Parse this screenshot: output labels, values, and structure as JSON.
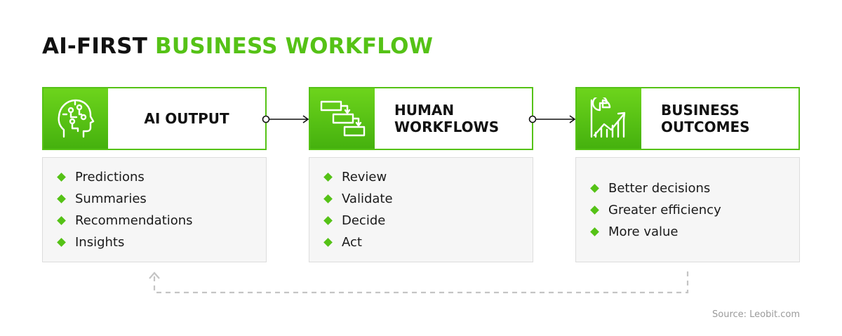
{
  "title": {
    "part1": "AI-FIRST",
    "part2": "BUSINESS WORKFLOW"
  },
  "colors": {
    "accent": "#55c216",
    "dark": "#111111",
    "body_bg": "#f6f6f6"
  },
  "cards": [
    {
      "icon": "ai-head-circuit-icon",
      "heading_lines": [
        "AI OUTPUT"
      ],
      "items": [
        "Predictions",
        "Summaries",
        "Recommendations",
        "Insights"
      ]
    },
    {
      "icon": "workflow-steps-icon",
      "heading_lines": [
        "HUMAN",
        "WORKFLOWS"
      ],
      "items": [
        "Review",
        "Validate",
        "Decide",
        "Act"
      ]
    },
    {
      "icon": "growth-chart-icon",
      "heading_lines": [
        "BUSINESS",
        "OUTCOMES"
      ],
      "items": [
        "Better decisions",
        "Greater efficiency",
        "More value"
      ]
    }
  ],
  "source": "Source: Leobit.com"
}
